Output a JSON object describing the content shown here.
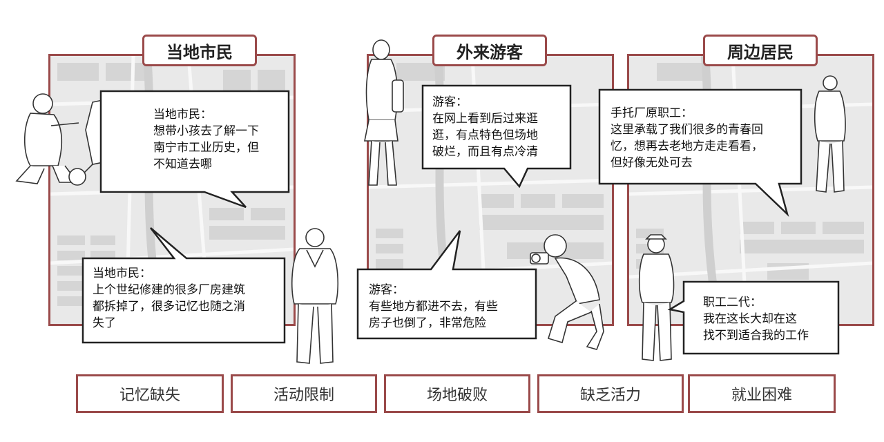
{
  "panels": [
    {
      "title": "当地市民",
      "bubbles": [
        {
          "lines": [
            "当地市民：",
            "想带小孩去了解一下",
            "南宁市工业历史，但",
            "不知道去哪"
          ]
        },
        {
          "lines": [
            "当地市民：",
            "上个世纪修建的很多厂房建筑",
            "都拆掉了，很多记忆也随之消",
            "失了"
          ]
        }
      ]
    },
    {
      "title": "外来游客",
      "bubbles": [
        {
          "lines": [
            "游客：",
            "在网上看到后过来逛",
            "逛，有点特色但场地",
            "破烂，而且有点冷清"
          ]
        },
        {
          "lines": [
            "游客：",
            "有些地方都进不去，有些",
            "房子也倒了，非常危险"
          ]
        }
      ]
    },
    {
      "title": "周边居民",
      "bubbles": [
        {
          "lines": [
            "手托厂原职工：",
            "这里承载了我们很多的青春回",
            "忆，想再去老地方走走看看，",
            "但好像无处可去"
          ]
        },
        {
          "lines": [
            "职工二代：",
            "我在这长大却在这",
            "找不到适合我的工作"
          ]
        }
      ]
    }
  ],
  "labels": [
    "记忆缺失",
    "活动限制",
    "场地破败",
    "缺乏活力",
    "就业困难"
  ],
  "colors": {
    "frame": "#9a4a4a",
    "map_bg": "#e9e9e9",
    "map_block": "#d6d6d6",
    "map_road": "#f7f7f7"
  }
}
